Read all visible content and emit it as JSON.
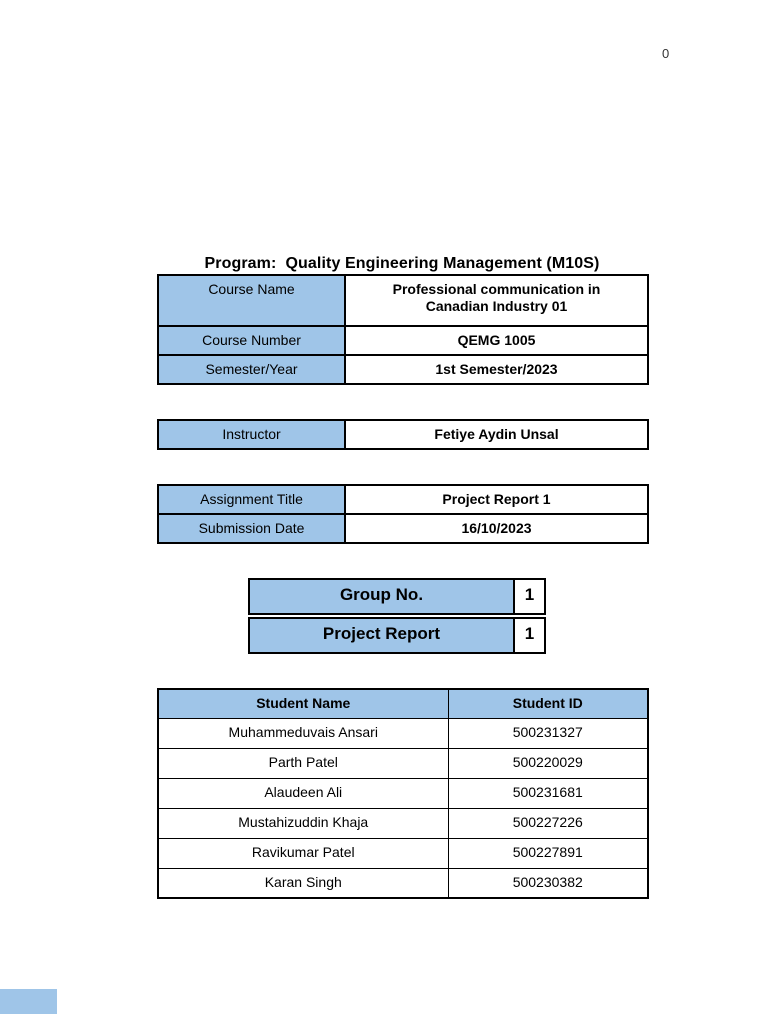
{
  "page": {
    "number": "0"
  },
  "title": "Program:  Quality Engineering Management (M10S)",
  "course_table": {
    "rows": [
      {
        "label": "Course Name",
        "value": "Professional communication in Canadian Industry 01"
      },
      {
        "label": "Course Number",
        "value": "QEMG 1005"
      },
      {
        "label": "Semester/Year",
        "value": "1st Semester/2023"
      }
    ]
  },
  "instructor_table": {
    "rows": [
      {
        "label": "Instructor",
        "value": "Fetiye Aydin Unsal"
      }
    ]
  },
  "assignment_table": {
    "rows": [
      {
        "label": "Assignment Title",
        "value": "Project Report 1"
      },
      {
        "label": "Submission Date",
        "value": "16/10/2023"
      }
    ]
  },
  "group_table": {
    "rows": [
      {
        "label": "Group No.",
        "value": "1"
      },
      {
        "label": "Project Report",
        "value": "1"
      }
    ]
  },
  "students": {
    "headers": {
      "name": "Student Name",
      "id": "Student ID"
    },
    "rows": [
      {
        "name": "Muhammeduvais Ansari",
        "id": "500231327"
      },
      {
        "name": "Parth Patel",
        "id": "500220029"
      },
      {
        "name": "Alaudeen Ali",
        "id": "500231681"
      },
      {
        "name": "Mustahizuddin Khaja",
        "id": "500227226"
      },
      {
        "name": "Ravikumar Patel",
        "id": "500227891"
      },
      {
        "name": "Karan Singh",
        "id": "500230382"
      }
    ]
  },
  "colors": {
    "cell_blue": "#9FC5E8",
    "border": "#000000",
    "page_background": "#FFFFFF"
  }
}
